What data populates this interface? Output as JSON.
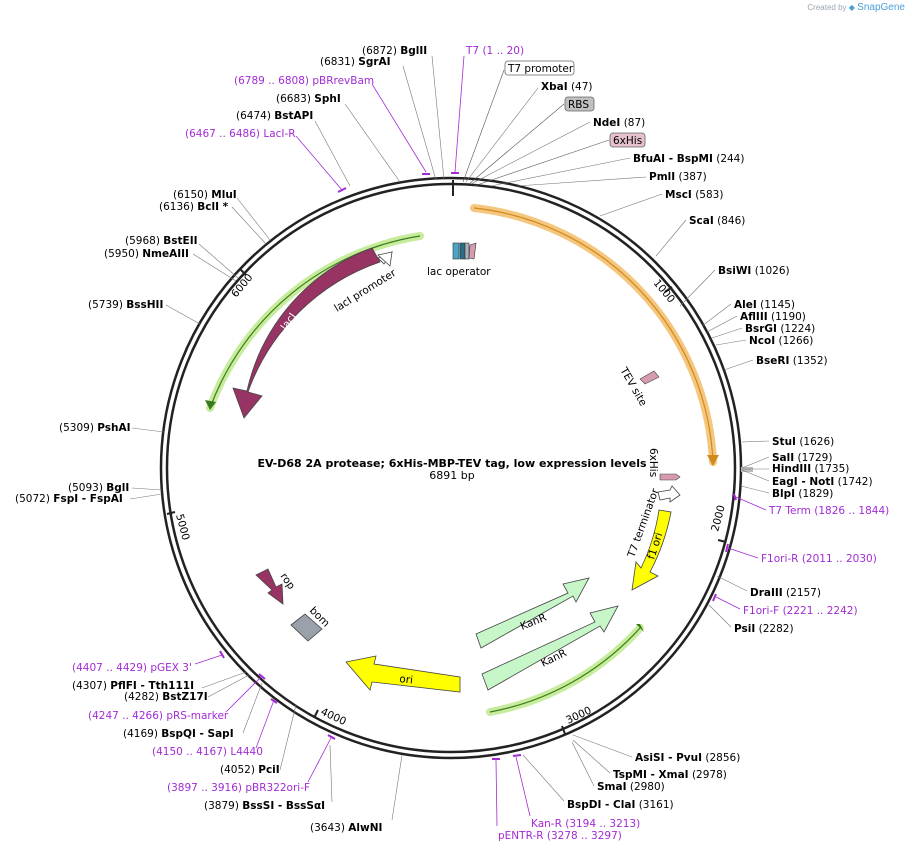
{
  "brand": {
    "prefix": "Created by",
    "name": "SnapGene"
  },
  "map": {
    "title": "EV-D68 2A protease; 6xHis-MBP-TEV tag, low expression levels",
    "length": "6891 bp",
    "total_bp": 6891
  },
  "ticks": [
    "1000",
    "2000",
    "3000",
    "4000",
    "5000",
    "6000"
  ],
  "enzymes": [
    {
      "name": "BglII",
      "pos": "(6872)"
    },
    {
      "name": "SgrAI",
      "pos": "(6831)"
    },
    {
      "name": "SphI",
      "pos": "(6683)"
    },
    {
      "name": "BstAPI",
      "pos": "(6474)"
    },
    {
      "name": "MluI",
      "pos": "(6150)"
    },
    {
      "name": "BclI *",
      "pos": "(6136)"
    },
    {
      "name": "BstEII",
      "pos": "(5968)"
    },
    {
      "name": "NmeAIII",
      "pos": "(5950)"
    },
    {
      "name": "BssHII",
      "pos": "(5739)"
    },
    {
      "name": "PshAI",
      "pos": "(5309)"
    },
    {
      "name": "BglI",
      "pos": "(5093)"
    },
    {
      "name": "FspI - FspAI",
      "pos": "(5072)"
    },
    {
      "name": "PflFI - Tth111I",
      "pos": "(4307)"
    },
    {
      "name": "BstZ17I",
      "pos": "(4282)"
    },
    {
      "name": "BspQI - SapI",
      "pos": "(4169)"
    },
    {
      "name": "PciI",
      "pos": "(4052)"
    },
    {
      "name": "BssSI - BssSαI",
      "pos": "(3879)"
    },
    {
      "name": "AlwNI",
      "pos": "(3643)"
    },
    {
      "name": "XbaI",
      "pos": "(47)"
    },
    {
      "name": "NdeI",
      "pos": "(87)"
    },
    {
      "name": "BfuAI - BspMI",
      "pos": "(244)"
    },
    {
      "name": "PmlI",
      "pos": "(387)"
    },
    {
      "name": "MscI",
      "pos": "(583)"
    },
    {
      "name": "ScaI",
      "pos": "(846)"
    },
    {
      "name": "BsiWI",
      "pos": "(1026)"
    },
    {
      "name": "AleI",
      "pos": "(1145)"
    },
    {
      "name": "AflIII",
      "pos": "(1190)"
    },
    {
      "name": "BsrGI",
      "pos": "(1224)"
    },
    {
      "name": "NcoI",
      "pos": "(1266)"
    },
    {
      "name": "BseRI",
      "pos": "(1352)"
    },
    {
      "name": "StuI",
      "pos": "(1626)"
    },
    {
      "name": "SalI",
      "pos": "(1729)"
    },
    {
      "name": "HindIII",
      "pos": "(1735)"
    },
    {
      "name": "EagI - NotI",
      "pos": "(1742)"
    },
    {
      "name": "BlpI",
      "pos": "(1829)"
    },
    {
      "name": "DraIII",
      "pos": "(2157)"
    },
    {
      "name": "PsiI",
      "pos": "(2282)"
    },
    {
      "name": "AsiSI - PvuI",
      "pos": "(2856)"
    },
    {
      "name": "TspMI - XmaI",
      "pos": "(2978)"
    },
    {
      "name": "SmaI",
      "pos": "(2980)"
    },
    {
      "name": "BspDI - ClaI",
      "pos": "(3161)"
    }
  ],
  "primers": [
    {
      "name": "T7",
      "range": "(1 .. 20)"
    },
    {
      "name": "pBRrevBam",
      "range": "(6789 .. 6808)"
    },
    {
      "name": "LacI-R",
      "range": "(6467 .. 6486)"
    },
    {
      "name": "T7 Term",
      "range": "(1826 .. 1844)"
    },
    {
      "name": "F1ori-R",
      "range": "(2011 .. 2030)"
    },
    {
      "name": "F1ori-F",
      "range": "(2221 .. 2242)"
    },
    {
      "name": "pGEX 3'",
      "range": "(4407 .. 4429)"
    },
    {
      "name": "pRS-marker",
      "range": "(4247 .. 4266)"
    },
    {
      "name": "L4440",
      "range": "(4150 .. 4167)"
    },
    {
      "name": "pBR322ori-F",
      "range": "(3897 .. 3916)"
    },
    {
      "name": "Kan-R",
      "range": "(3194 .. 3213)"
    },
    {
      "name": "pENTR-R",
      "range": "(3278 .. 3297)"
    }
  ],
  "features": {
    "t7_promoter": "T7 promoter",
    "rbs": "RBS",
    "his_tag_box": "6xHis",
    "lac_operator": "lac operator",
    "laci": "lacI",
    "laci_promoter": "lacI promoter",
    "tev_site": "TEV site",
    "his_tag": "6xHis",
    "t7_terminator": "T7 terminator",
    "f1_ori": "f1 ori",
    "kanr_1": "KanR",
    "kanr_2": "KanR",
    "ori": "ori",
    "rop": "rop",
    "bom": "bom"
  },
  "colors": {
    "backbone": "#222222",
    "primer": "#a22bd6",
    "orf_highlight": "#f5c77e",
    "green_highlight": "#8bd14e",
    "laci": "#983463",
    "yellow": "#ffff00",
    "kanr": "#c7f7c8",
    "bom": "#9aa1aa",
    "rbs": "#c0c0c0",
    "his_box": "#e6c0cc"
  }
}
